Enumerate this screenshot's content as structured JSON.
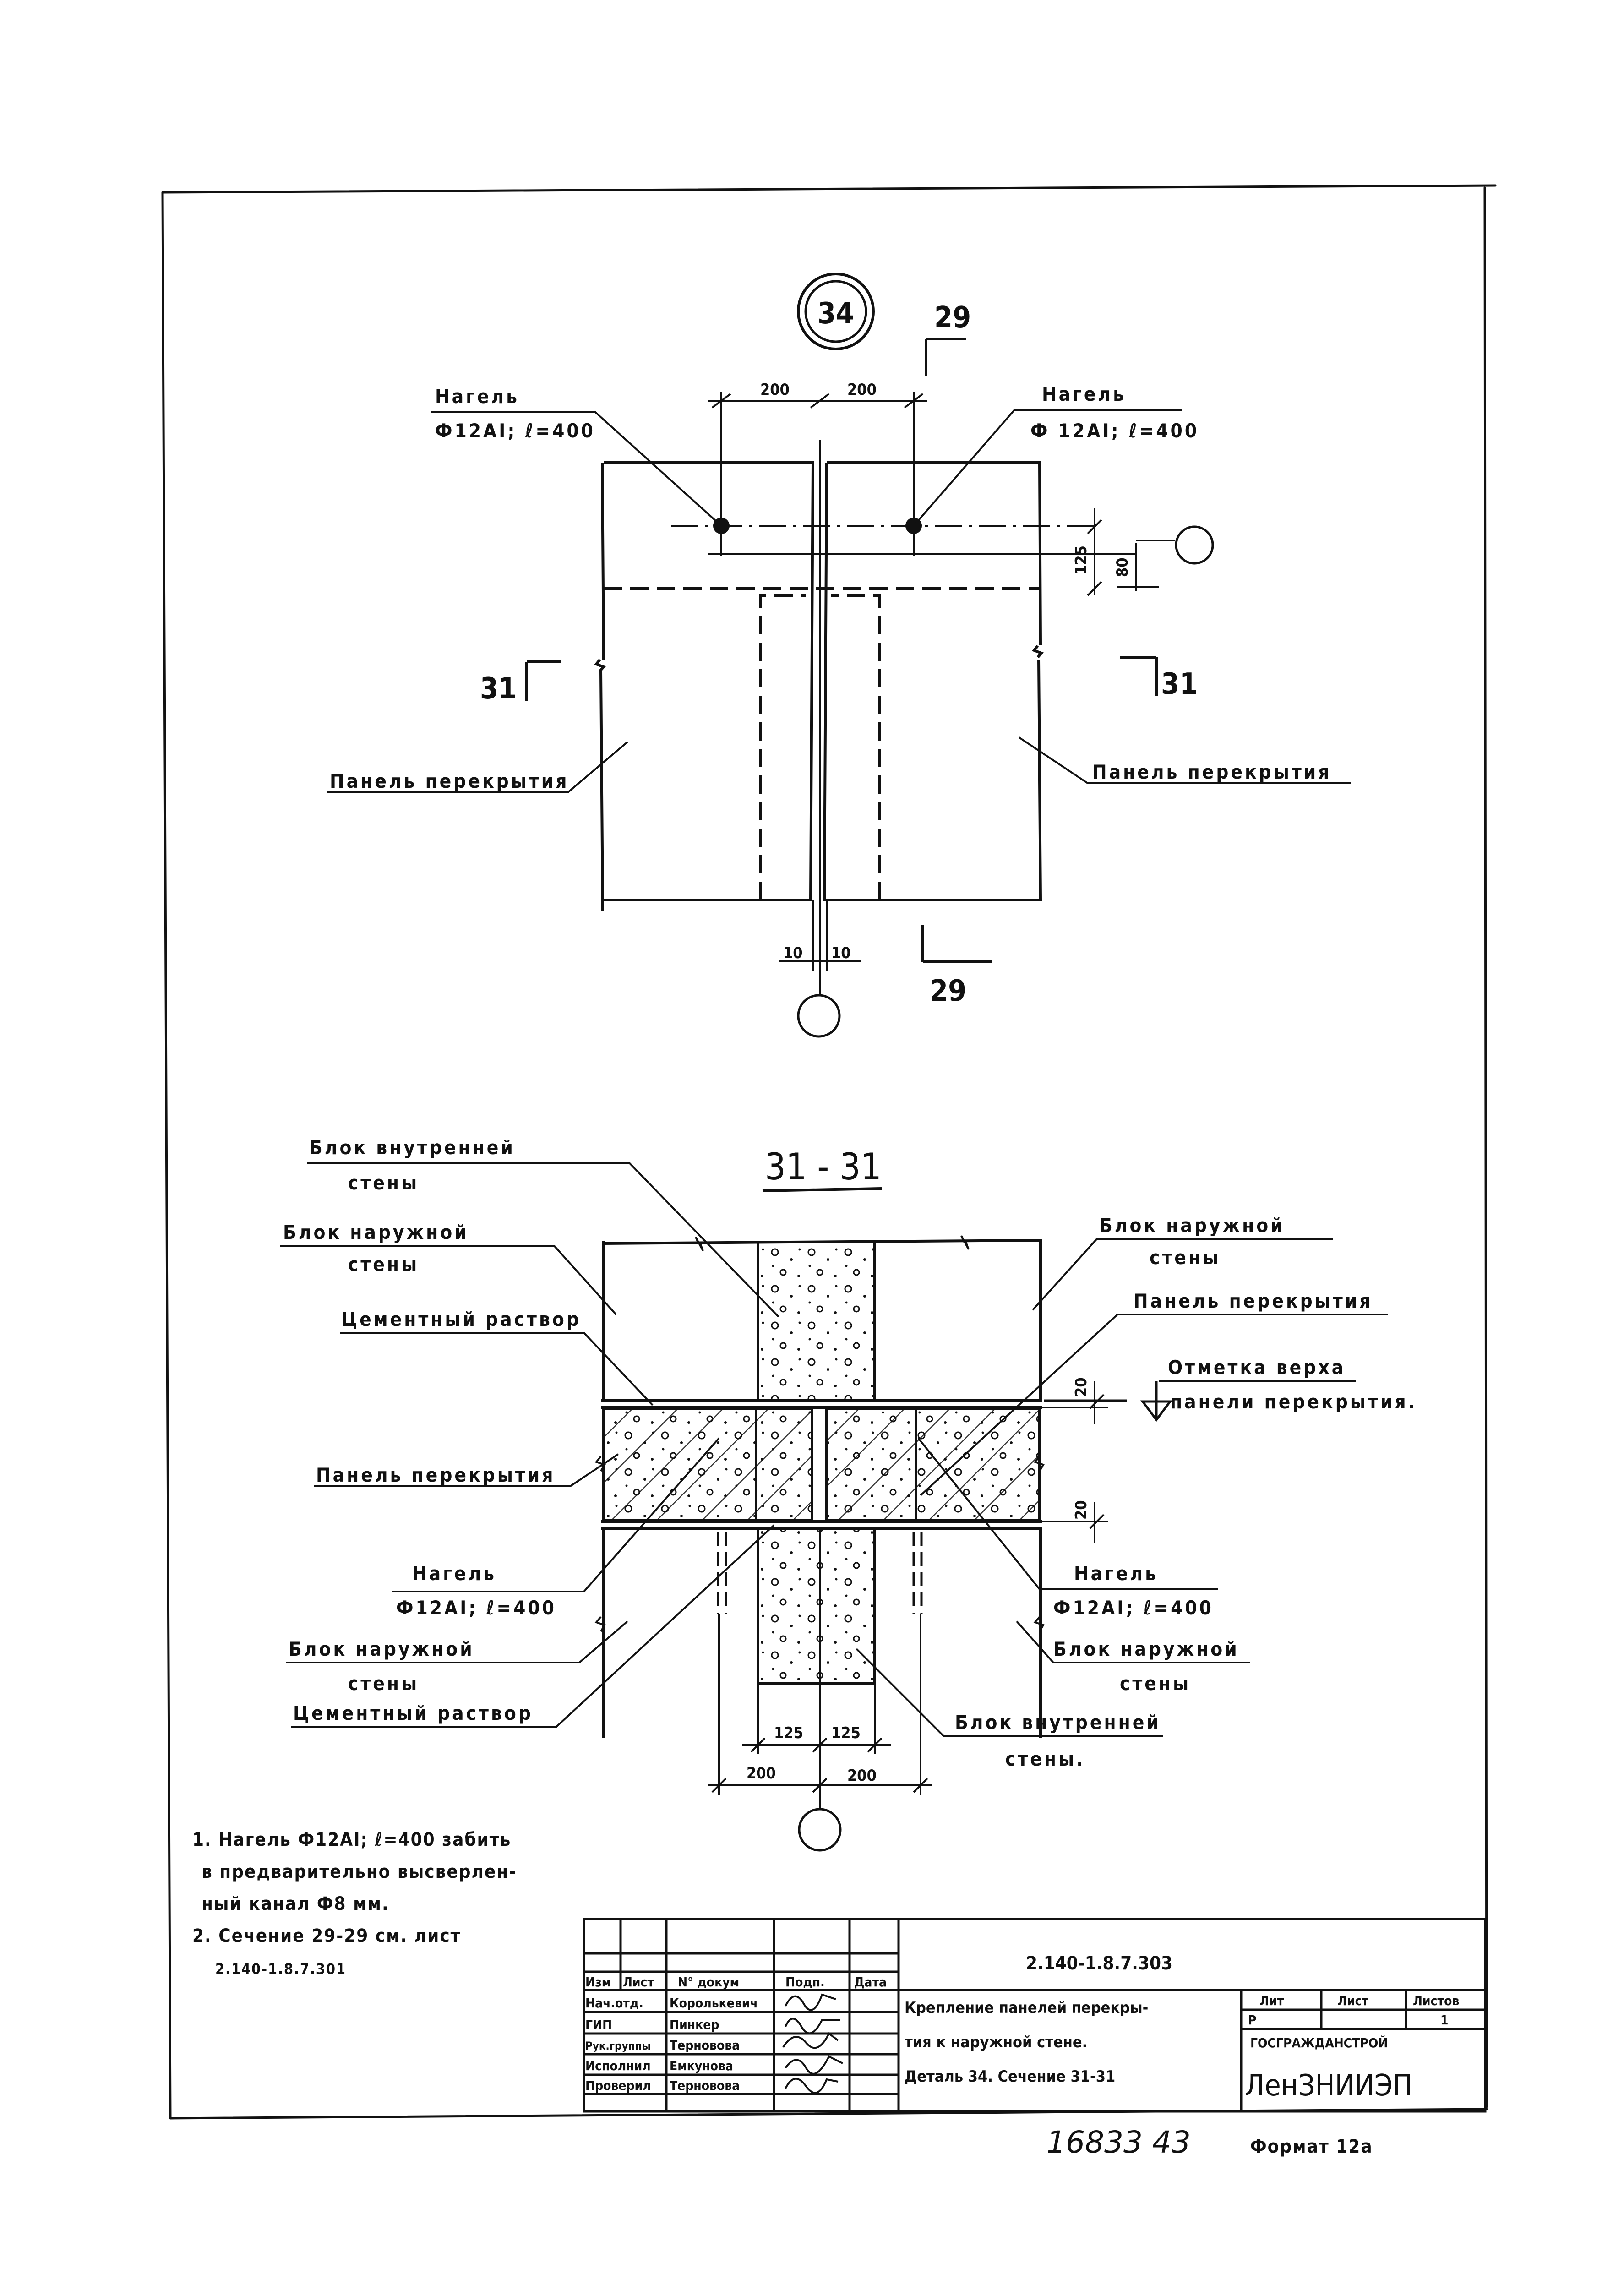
{
  "detail_number": "34",
  "plan": {
    "section_cut": {
      "name": "29",
      "count": 2
    },
    "section_mark": "31",
    "nagel_left": {
      "line1": "Нагель",
      "line2": "Ф12АI; ℓ=400"
    },
    "nagel_right": {
      "line1": "Нагель",
      "line2": "Ф 12АI; ℓ=400"
    },
    "dim_left": "200",
    "dim_right": "200",
    "dim_125": "125",
    "dim_80": "80",
    "gap_left": "10",
    "gap_right": "10",
    "panel_left": "Панель перекрытия",
    "panel_right": "Панель перекрытия"
  },
  "section": {
    "title": "31 - 31",
    "inner_block_top": {
      "line1": "Блок внутренней",
      "line2": "стены"
    },
    "outer_block_top_left": {
      "line1": "Блок наружной",
      "line2": "стены"
    },
    "cement_top": "Цементный раствор",
    "panel_left": "Панель перекрытия",
    "outer_block_top_right": {
      "line1": "Блок наружной",
      "line2": "стены"
    },
    "panel_right": "Панель перекрытия",
    "level_mark": {
      "line1": "Отметка верха",
      "line2": "панели перекрытия."
    },
    "dim_20_top": "20",
    "dim_20_bottom": "20",
    "nagel_left": {
      "line1": "Нагель",
      "line2": "Ф12АI; ℓ=400"
    },
    "nagel_right": {
      "line1": "Нагель",
      "line2": "Ф12АI; ℓ=400"
    },
    "outer_block_bottom_left": {
      "line1": "Блок наружной",
      "line2": "стены"
    },
    "cement_bottom": "Цементный раствор",
    "outer_block_bottom_right": {
      "line1": "Блок наружной",
      "line2": "стены"
    },
    "inner_block_bottom": {
      "line1": "Блок внутренней",
      "line2": "стены."
    },
    "dim_125_left": "125",
    "dim_125_right": "125",
    "dim_200_left": "200",
    "dim_200_right": "200"
  },
  "notes": [
    "1. Нагель Ф12АI; ℓ=400 забить",
    "в предварительно высверлен-",
    "ный канал Ф8 мм.",
    "2. Сечение 29-29 см. лист",
    "2.140-1.8.7.301"
  ],
  "title_block": {
    "code": "2.140-1.8.7.303",
    "headers": [
      "Изм",
      "Лист",
      "N° докум",
      "Подп.",
      "Дата"
    ],
    "roles": [
      "Нач.отд.",
      "ГИП",
      "Рук.группы",
      "Исполнил",
      "Проверил"
    ],
    "names": [
      "Королькевич",
      "Пинкер",
      "Терновова",
      "Емкунова",
      "Терновова"
    ],
    "description": [
      "Крепление панелей перекры-",
      "тия к наружной стене.",
      "Деталь 34. Сечение 31-31"
    ],
    "stage_header": "Лит",
    "sheet_header": "Лист",
    "sheets_header": "Листов",
    "stage": "Р",
    "sheets_total": "1",
    "org_parent": "ГОСГРАЖДАНСТРОЙ",
    "org": "ЛенЗНИИЭП"
  },
  "footer": {
    "number": "16833 43",
    "format": "Формат 12а"
  }
}
